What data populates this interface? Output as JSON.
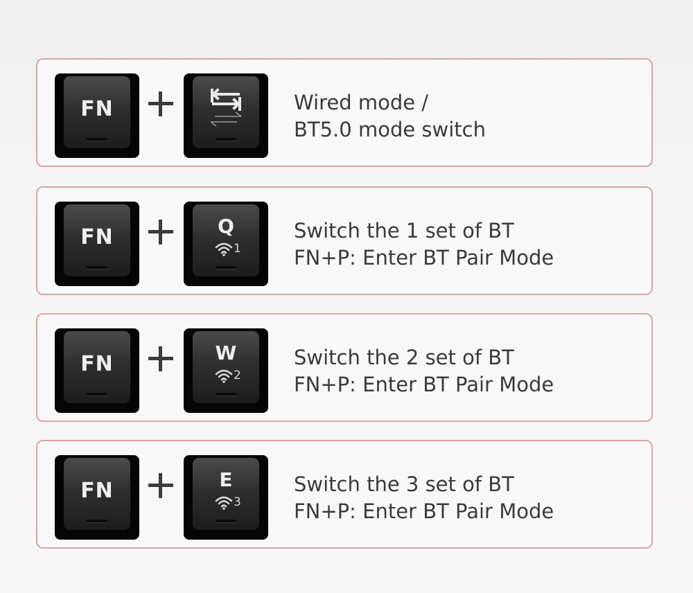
{
  "rows": [
    {
      "modifier_key": "FN",
      "function_key": {
        "letter": "",
        "icon": "wired-bt-switch-icon",
        "number": ""
      },
      "line1": "Wired mode /",
      "line2": "BT5.0 mode switch"
    },
    {
      "modifier_key": "FN",
      "function_key": {
        "letter": "Q",
        "icon": "wifi-icon",
        "number": "1"
      },
      "line1": "Switch the 1 set of BT",
      "line2": "FN+P: Enter BT Pair Mode"
    },
    {
      "modifier_key": "FN",
      "function_key": {
        "letter": "W",
        "icon": "wifi-icon",
        "number": "2"
      },
      "line1": "Switch the 2 set of BT",
      "line2": "FN+P: Enter BT Pair Mode"
    },
    {
      "modifier_key": "FN",
      "function_key": {
        "letter": "E",
        "icon": "wifi-icon",
        "number": "3"
      },
      "line1": "Switch the 3 set of BT",
      "line2": "FN+P: Enter BT Pair Mode"
    }
  ],
  "colors": {
    "panel_border": "#d9a3a8",
    "text": "#3a3a3a",
    "key": "#050505"
  }
}
